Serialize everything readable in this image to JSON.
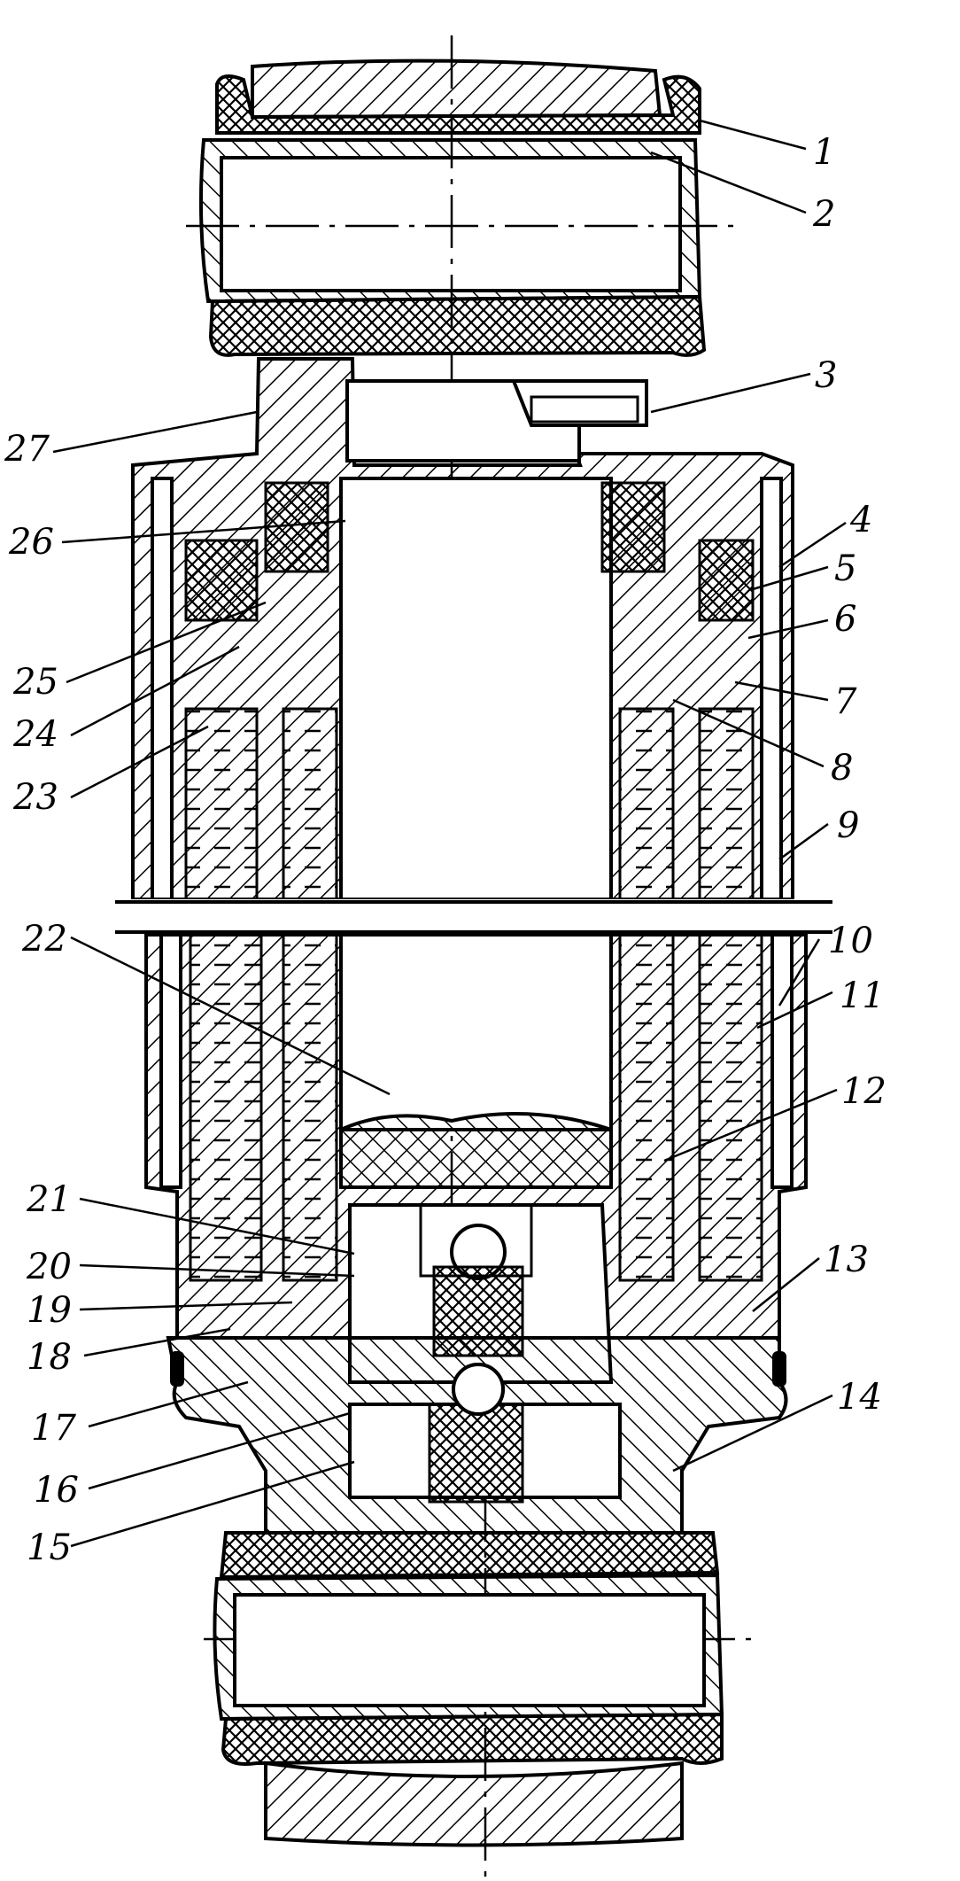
{
  "diagram": {
    "labels": [
      "1",
      "2",
      "3",
      "4",
      "5",
      "6",
      "7",
      "8",
      "9",
      "10",
      "11",
      "12",
      "13",
      "14",
      "15",
      "16",
      "17",
      "18",
      "19",
      "20",
      "21",
      "22",
      "23",
      "24",
      "25",
      "26",
      "27"
    ]
  },
  "colors": {
    "ink": "#000000",
    "paper": "#ffffff"
  }
}
